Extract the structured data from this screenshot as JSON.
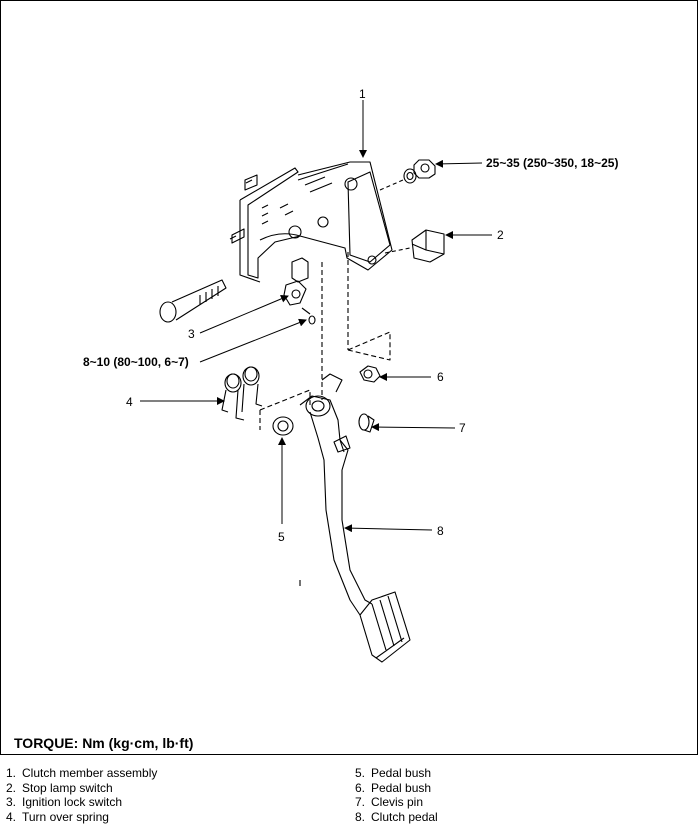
{
  "callouts": {
    "c1": "1",
    "c2": "2",
    "c3": "3",
    "c4": "4",
    "c5": "5",
    "c6": "6",
    "c7": "7",
    "c8": "8"
  },
  "torque_specs": {
    "nut_top": "25~35 (250~350, 18~25)",
    "switch": "8~10 (80~100, 6~7)"
  },
  "torque_title": "TORQUE: Nm (kg·cm, lb·ft)",
  "legend": {
    "left": [
      {
        "num": "1.",
        "label": "Clutch member assembly"
      },
      {
        "num": "2.",
        "label": "Stop lamp switch"
      },
      {
        "num": "3.",
        "label": "Ignition lock switch"
      },
      {
        "num": "4.",
        "label": "Turn over spring"
      }
    ],
    "right": [
      {
        "num": "5.",
        "label": "Pedal bush"
      },
      {
        "num": "6.",
        "label": "Pedal bush"
      },
      {
        "num": "7.",
        "label": "Clevis pin"
      },
      {
        "num": "8.",
        "label": "Clutch pedal"
      }
    ]
  }
}
